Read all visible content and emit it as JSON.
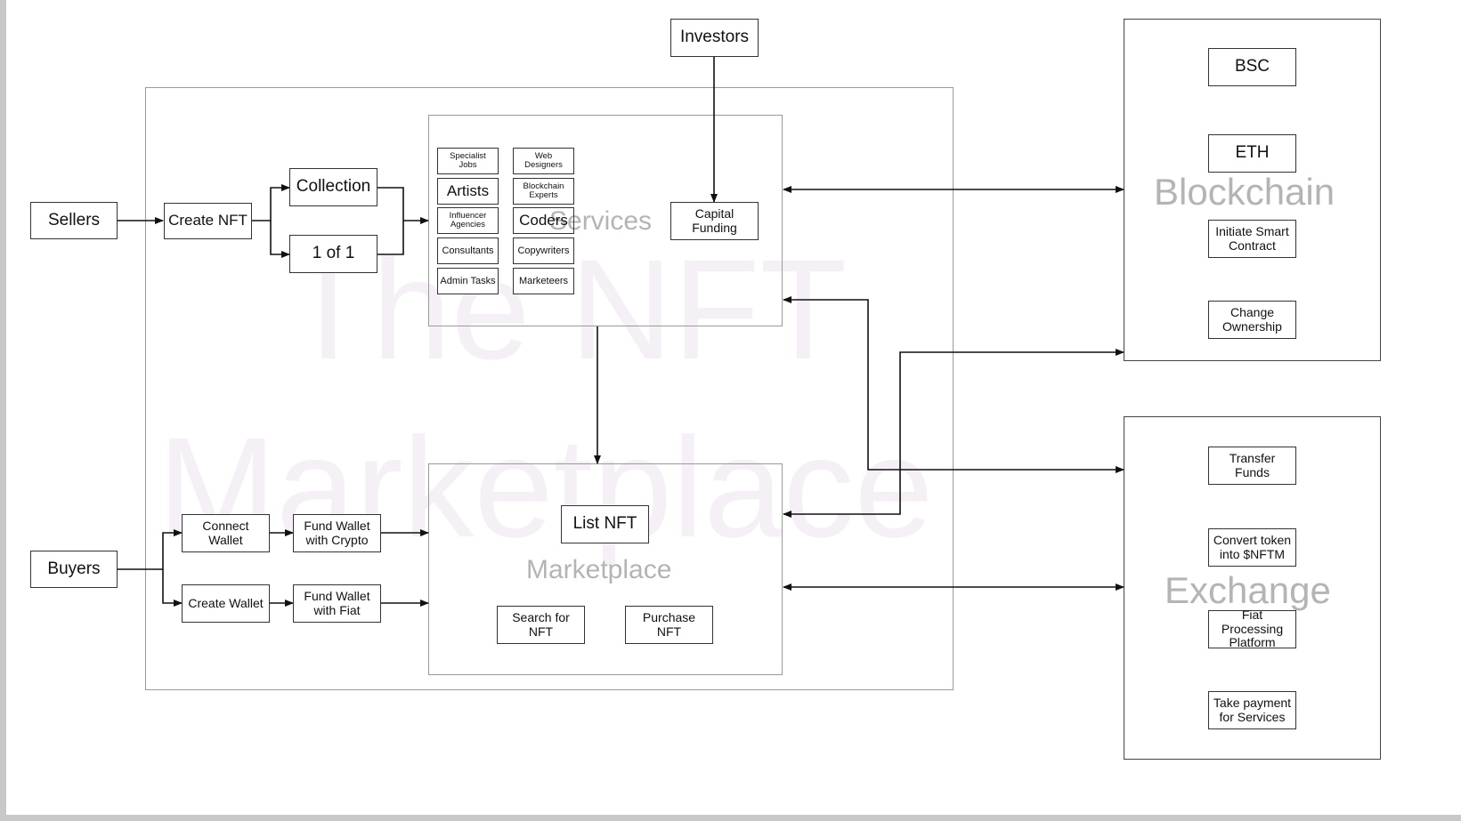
{
  "watermark": {
    "line1": "The NFT",
    "line2": "Marketplace"
  },
  "actors": {
    "sellers": "Sellers",
    "buyers": "Buyers",
    "investors": "Investors"
  },
  "seller_flow": {
    "create_nft": "Create NFT",
    "collection": "Collection",
    "one_of_one": "1 of 1"
  },
  "services": {
    "title": "Services",
    "items": [
      "Specialist\nJobs",
      "Web\nDesigners",
      "Artists",
      "Blockchain\nExperts",
      "Influencer\nAgencies",
      "Coders",
      "Consultants",
      "Copywriters",
      "Admin Tasks",
      "Marketeers"
    ],
    "capital_funding": "Capital\nFunding"
  },
  "buyer_flow": {
    "connect_wallet": "Connect\nWallet",
    "fund_crypto": "Fund Wallet\nwith Crypto",
    "create_wallet": "Create Wallet",
    "fund_fiat": "Fund Wallet\nwith Fiat"
  },
  "marketplace": {
    "title": "Marketplace",
    "list_nft": "List NFT",
    "search_nft": "Search for\nNFT",
    "purchase_nft": "Purchase\nNFT"
  },
  "blockchain": {
    "title": "Blockchain",
    "items": [
      "BSC",
      "ETH",
      "Initiate Smart\nContract",
      "Change\nOwnership"
    ]
  },
  "exchange": {
    "title": "Exchange",
    "items": [
      "Transfer\nFunds",
      "Convert token\ninto $NFTM",
      "Fiat Processing\nPlatform",
      "Take payment\nfor Services"
    ]
  },
  "colors": {
    "line": "#111111",
    "panel_border": "#9a9a9a",
    "muted_label": "#b4b4b4",
    "watermark": "#f5f0f5",
    "frame": "#c8c8c8"
  }
}
